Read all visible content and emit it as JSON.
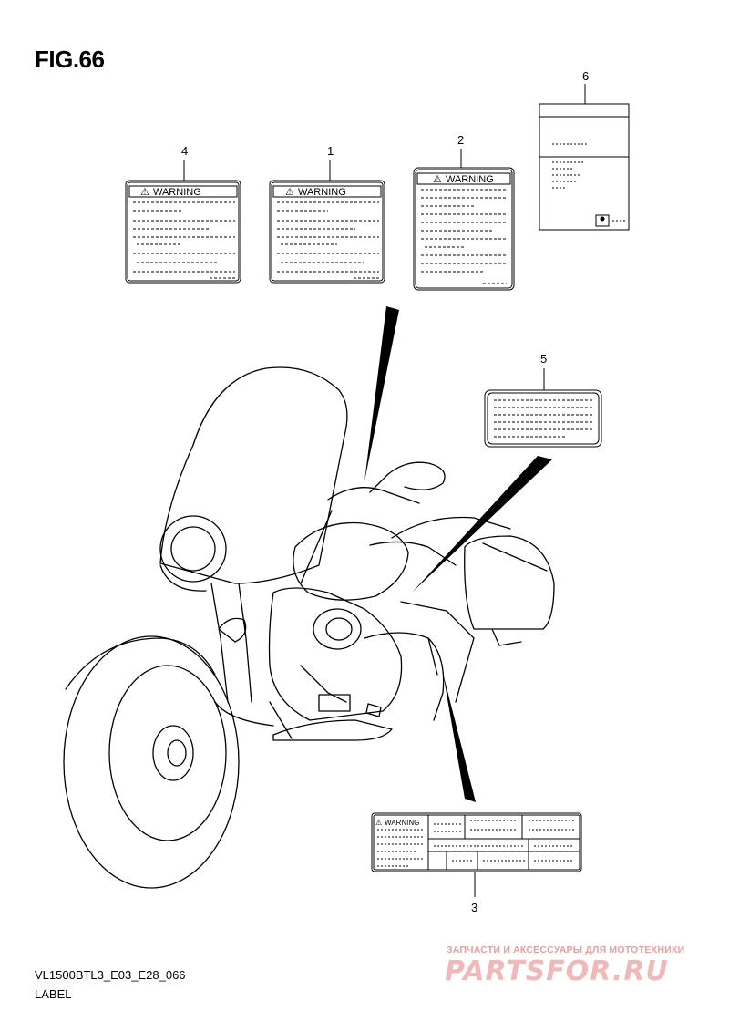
{
  "figure": {
    "title": "FIG.66",
    "model_code": "VL1500BTL3_E03_E28_066",
    "section_name": "LABEL"
  },
  "callouts": [
    "1",
    "2",
    "3",
    "4",
    "5",
    "6"
  ],
  "labels": {
    "warning_text": "WARNING",
    "warning_symbol": "⚠"
  },
  "watermark": {
    "tagline": "ЗАПЧАСТИ И АКСЕССУАРЫ ДЛЯ МОТОТЕХНИКИ",
    "brand": "PARTSFOR.RU"
  },
  "colors": {
    "line": "#000000",
    "watermark": "#e8a0a0"
  }
}
